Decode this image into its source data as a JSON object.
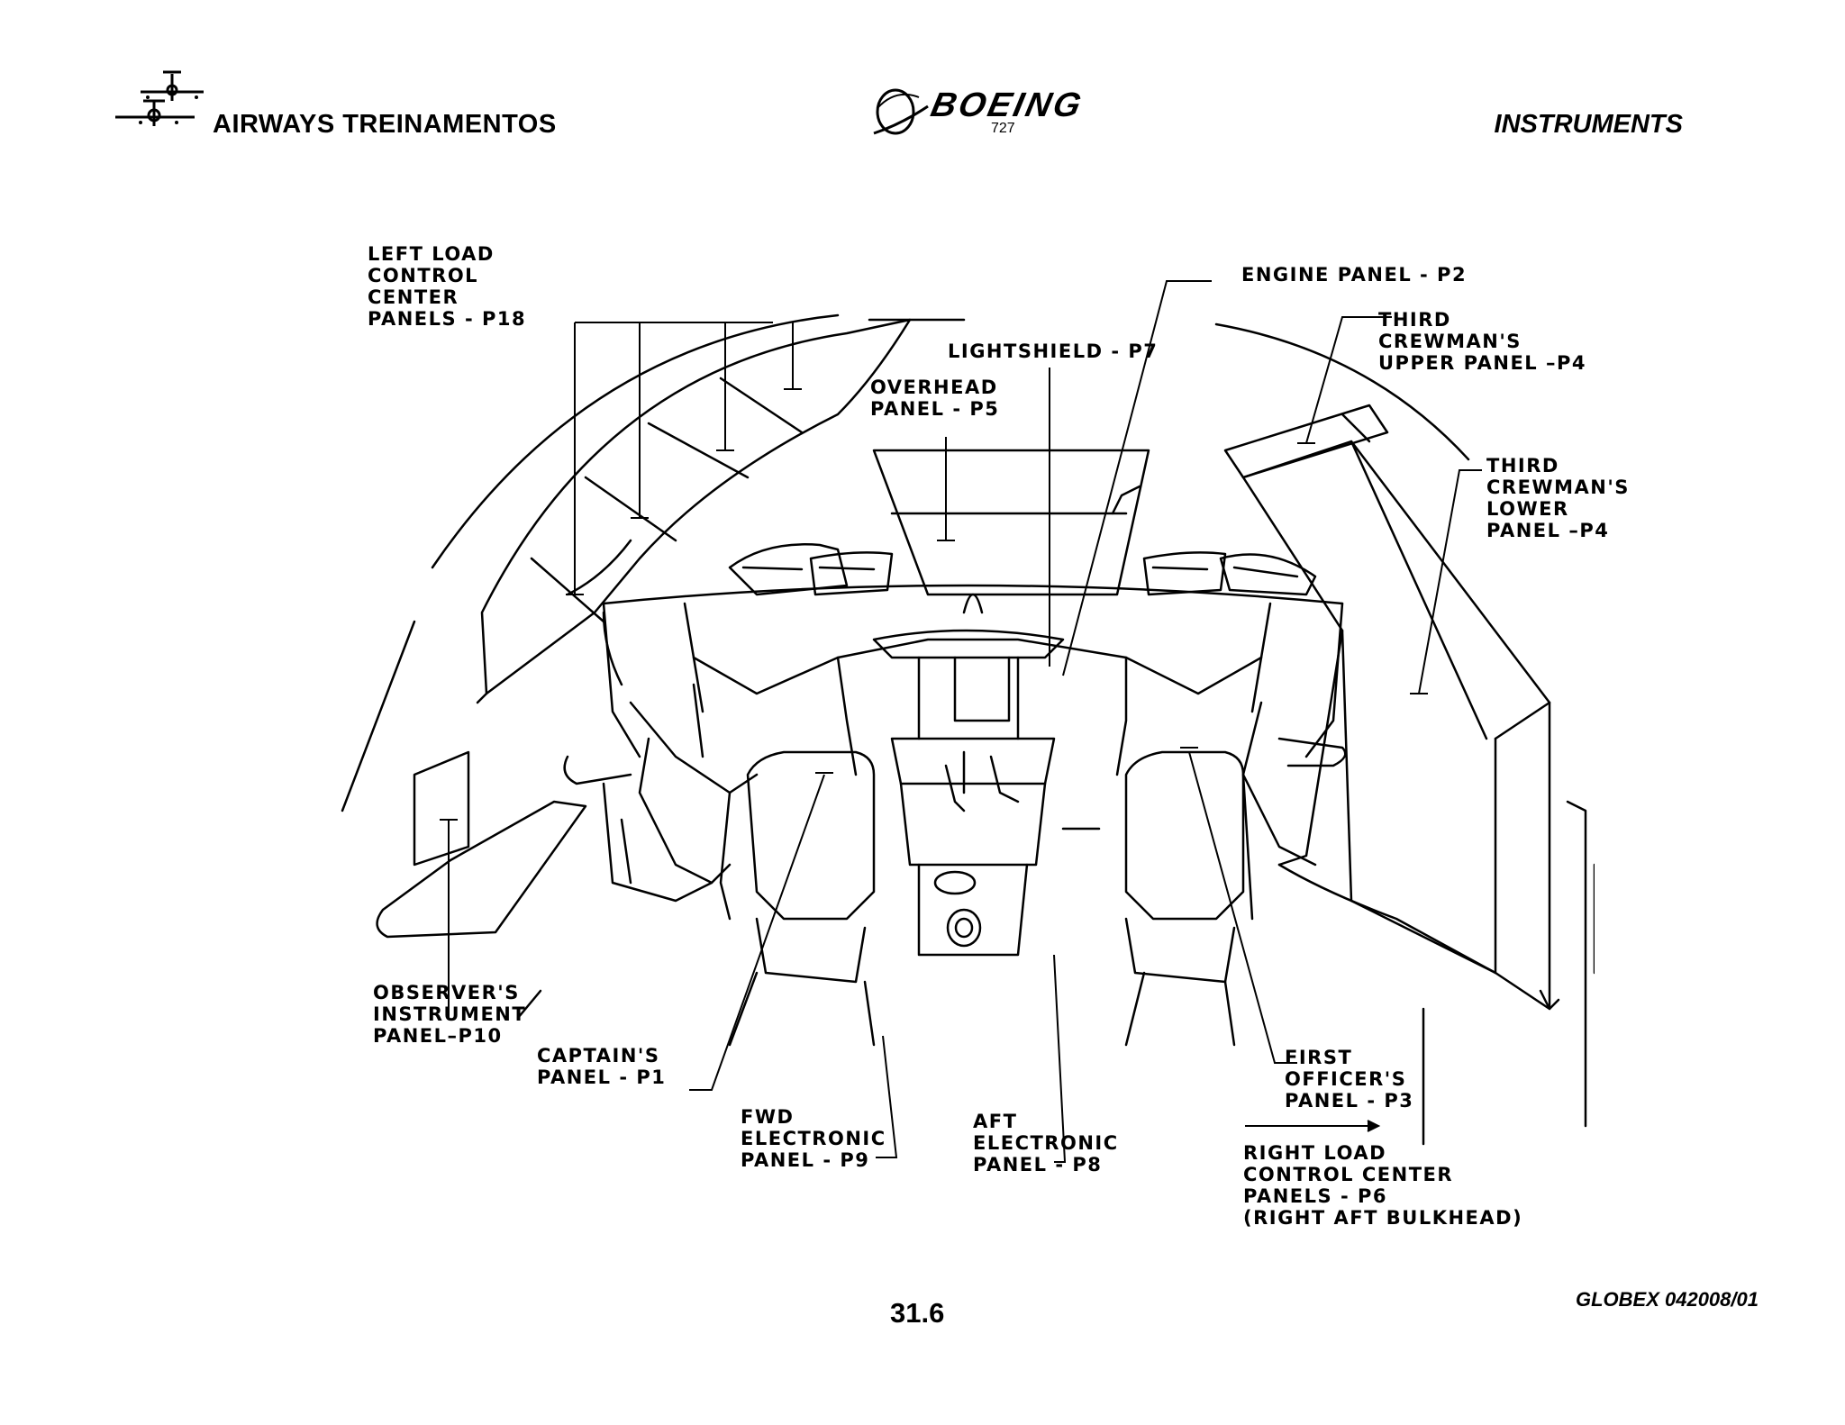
{
  "header": {
    "company": "AIRWAYS  TREINAMENTOS",
    "brand": "BOEING",
    "model": "727",
    "section": "INSTRUMENTS"
  },
  "diagram_labels": {
    "left_load": "LEFT LOAD\nCONTROL\nCENTER\nPANELS - P18",
    "engine": "ENGINE PANEL - P2",
    "third_upper": "THIRD\nCREWMAN'S\nUPPER PANEL –P4",
    "lightshield": "LIGHTSHIELD - P7",
    "overhead": "OVERHEAD\nPANEL - P5",
    "third_lower": "THIRD\nCREWMAN'S\nLOWER\nPANEL –P4",
    "observer": "OBSERVER'S\nINSTRUMENT\nPANEL–P10",
    "captain": "CAPTAIN'S\nPANEL - P1",
    "fwd": "FWD\nELECTRONIC\nPANEL - P9",
    "aft": "AFT\nELECTRONIC\nPANEL - P8",
    "first_officer": "FIRST\nOFFICER'S\nPANEL - P3",
    "right_load": "RIGHT LOAD\nCONTROL CENTER\nPANELS - P6\n(RIGHT AFT BULKHEAD)"
  },
  "footer": {
    "page": "31.6",
    "doc_id": "GLOBEX 042008/01"
  },
  "icons": {
    "logo": "airplane-logo-icon",
    "brand": "boeing-logo-icon"
  }
}
